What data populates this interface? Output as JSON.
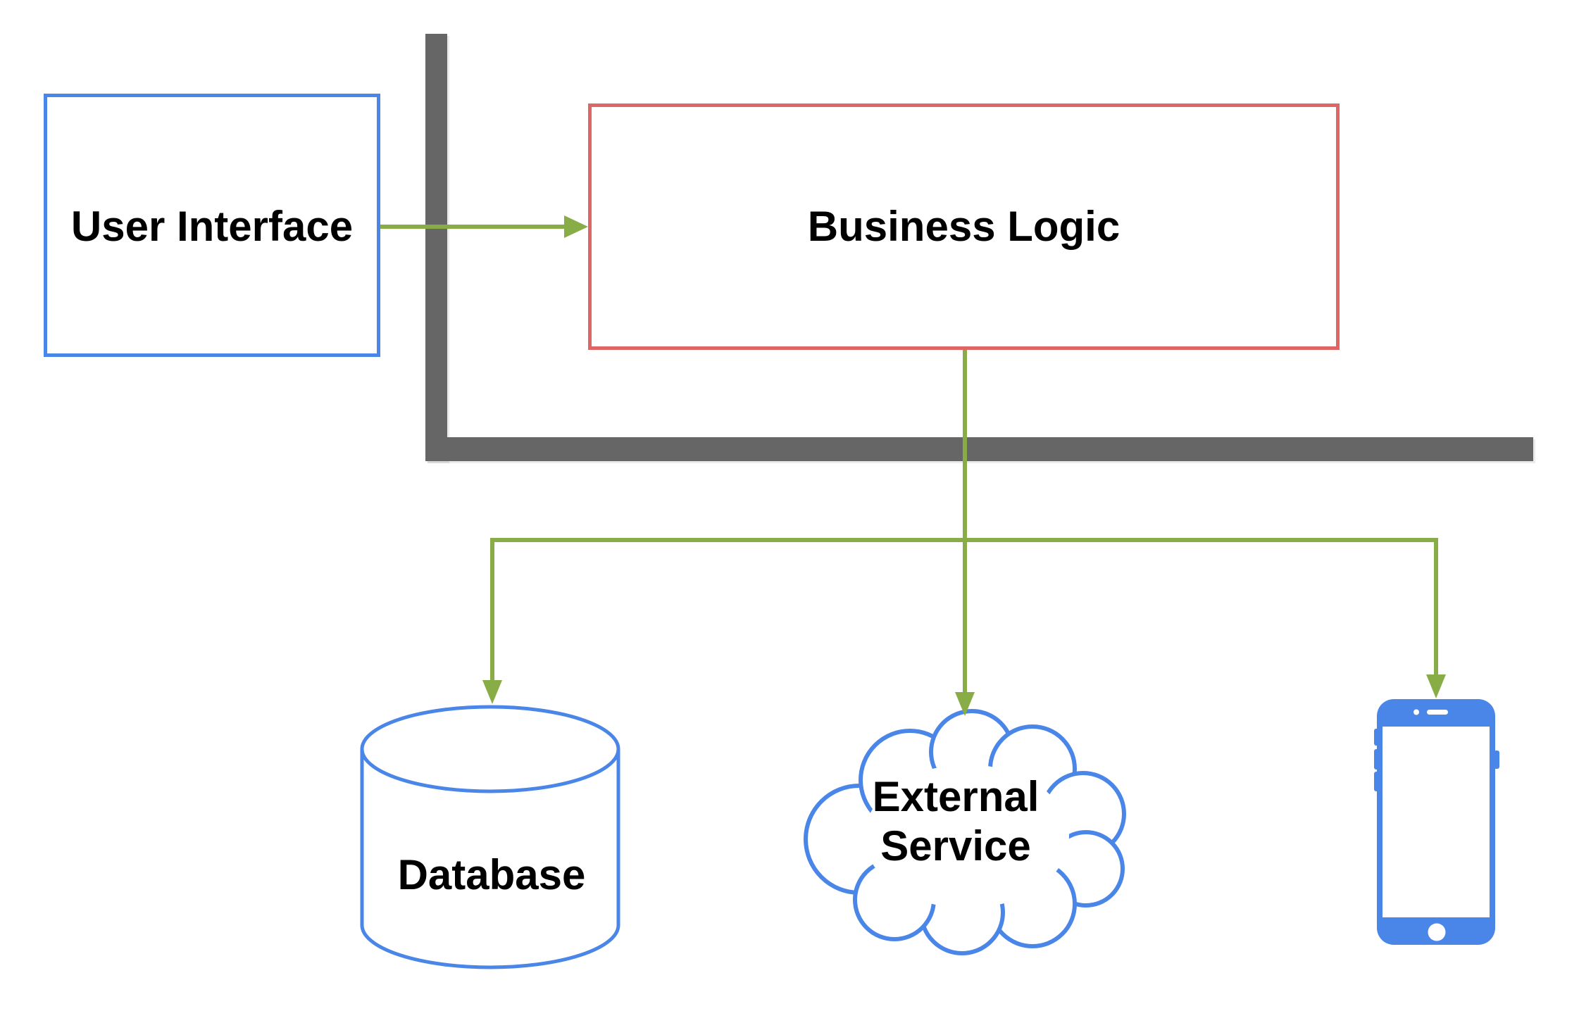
{
  "colors": {
    "node_blue": "#4a86e8",
    "node_red": "#e06666",
    "arrow_green": "#88ad46",
    "bar_gray": "#666666",
    "label_black": "#000000",
    "background": "#ffffff"
  },
  "nodes": {
    "user_interface": {
      "label": "User Interface",
      "shape": "rectangle",
      "border_color": "#4a86e8"
    },
    "business_logic": {
      "label": "Business Logic",
      "shape": "rectangle",
      "border_color": "#e06666"
    },
    "database": {
      "label": "Database",
      "shape": "cylinder",
      "border_color": "#4a86e8"
    },
    "external_service": {
      "label": "External Service",
      "shape": "cloud",
      "border_color": "#4a86e8"
    },
    "mobile_device": {
      "shape": "smartphone-icon",
      "fill_color": "#4a86e8"
    }
  },
  "edges": [
    {
      "from": "user_interface",
      "to": "business_logic",
      "style": "solid-arrow",
      "color": "#88ad46"
    },
    {
      "from": "business_logic",
      "to": "database",
      "style": "solid-arrow",
      "color": "#88ad46"
    },
    {
      "from": "business_logic",
      "to": "external_service",
      "style": "solid-arrow",
      "color": "#88ad46"
    },
    {
      "from": "business_logic",
      "to": "mobile_device",
      "style": "solid-arrow",
      "color": "#88ad46"
    }
  ],
  "decorations": {
    "l_shaped_divider": {
      "color": "#666666",
      "orientation": "vertical-then-horizontal"
    }
  }
}
